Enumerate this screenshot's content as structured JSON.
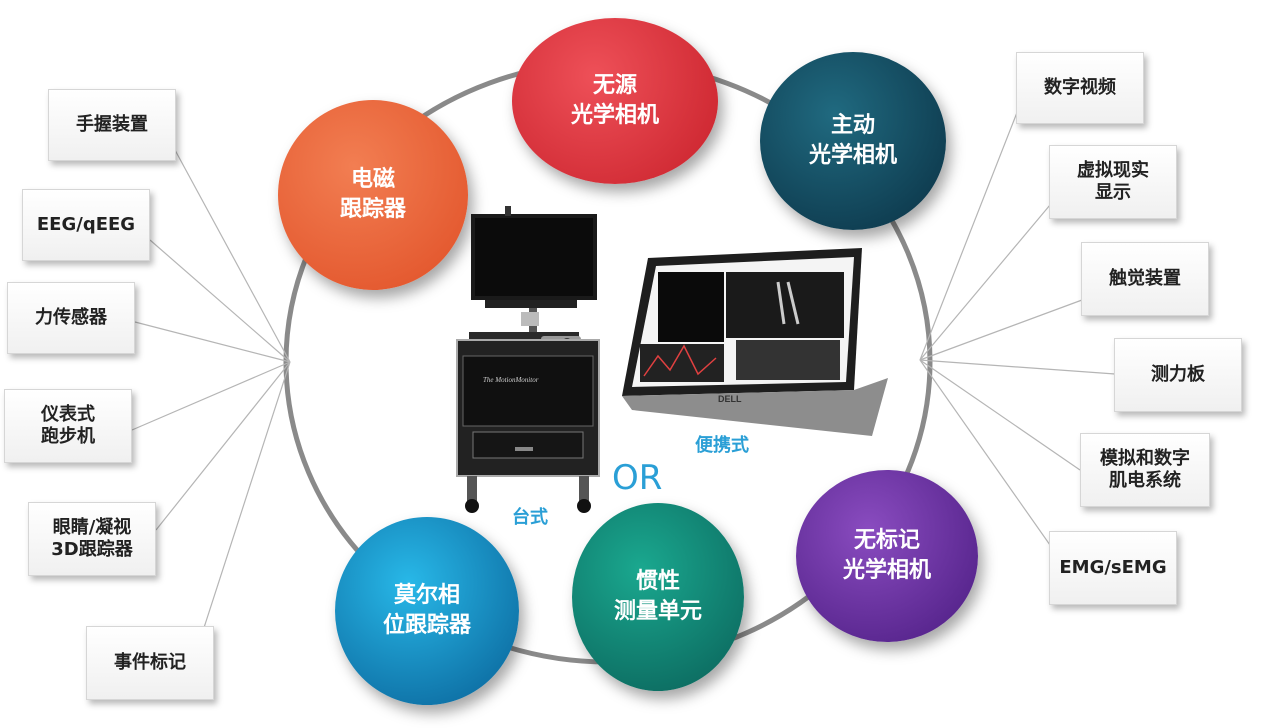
{
  "left_items": [
    {
      "id": "handgrip",
      "text": "手握装置"
    },
    {
      "id": "eeg",
      "text": "EEG/qEEG"
    },
    {
      "id": "force",
      "text": "力传感器"
    },
    {
      "id": "treadmill",
      "text": "仪表式\n跑步机"
    },
    {
      "id": "eye",
      "text": "眼睛/凝视\n3D跟踪器"
    },
    {
      "id": "event",
      "text": "事件标记"
    }
  ],
  "right_items": [
    {
      "id": "video",
      "text": "数字视频"
    },
    {
      "id": "vr",
      "text": "虚拟现实\n显示"
    },
    {
      "id": "haptic",
      "text": "触觉装置"
    },
    {
      "id": "forceplate",
      "text": "测力板"
    },
    {
      "id": "emg_analog",
      "text": "模拟和数字\n肌电系统"
    },
    {
      "id": "emg",
      "text": "EMG/sEMG"
    }
  ],
  "bubbles": [
    {
      "id": "passive",
      "text": "无源\n光学相机",
      "color1": "#e8434b",
      "color2": "#c8202a"
    },
    {
      "id": "active",
      "text": "主动\n光学相机",
      "color1": "#1c5a6e",
      "color2": "#0b3447"
    },
    {
      "id": "em",
      "text": "电磁\n跟踪器",
      "color1": "#f07046",
      "color2": "#e04f26"
    },
    {
      "id": "markerless",
      "text": "无标记\n光学相机",
      "color1": "#7a3fae",
      "color2": "#4f1f86"
    },
    {
      "id": "inertial",
      "text": "惯性\n测量单元",
      "color1": "#149a85",
      "color2": "#0b6a60"
    },
    {
      "id": "moire",
      "text": "莫尔相\n位跟踪器",
      "color1": "#1eaee0",
      "color2": "#0a6aa0"
    }
  ],
  "labels": {
    "desktop": "台式",
    "portable": "便携式",
    "or": "OR",
    "cart_brand": "The MotionMonitor",
    "laptop_brand": "DELL"
  }
}
